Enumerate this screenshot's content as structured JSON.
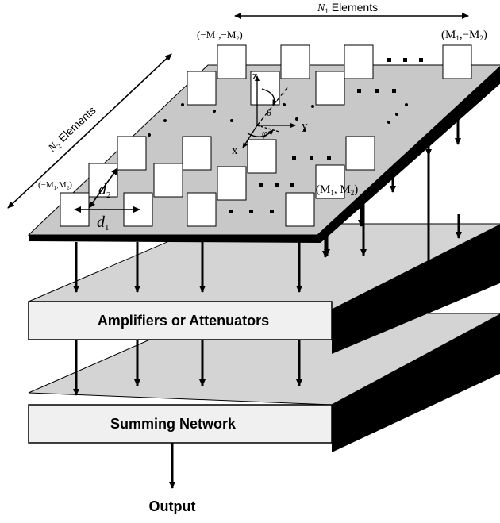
{
  "labels": {
    "n1": "N",
    "n1_sub": "1",
    "n1_suffix": " Elements",
    "n2": "N",
    "n2_sub": "2",
    "n2_suffix": " Elements",
    "corner_top_left": "(−M",
    "corner_top_left_a": "1",
    "corner_top_left_mid": ",−M",
    "corner_top_left_b": "2",
    "corner_top_left_end": ")",
    "corner_top_right": "(M",
    "corner_top_right_a": "1",
    "corner_top_right_mid": ",−M",
    "corner_top_right_b": "2",
    "corner_top_right_end": ")",
    "corner_bottom_left": "(−M",
    "corner_bottom_left_a": "1",
    "corner_bottom_left_mid": ",M",
    "corner_bottom_left_b": "2",
    "corner_bottom_left_end": ")",
    "corner_bottom_right": "(M",
    "corner_bottom_right_a": "1",
    "corner_bottom_right_mid": ", M",
    "corner_bottom_right_b": "2",
    "corner_bottom_right_end": ")",
    "d1": "d",
    "d1_sub": "1",
    "d2": "d",
    "d2_sub": "2",
    "axis_z": "z",
    "axis_x": "x",
    "axis_y": "y",
    "theta": "θ",
    "phi": "φ",
    "amplifiers": "Amplifiers or Attenuators",
    "summing": "Summing Network",
    "output": "Output"
  }
}
